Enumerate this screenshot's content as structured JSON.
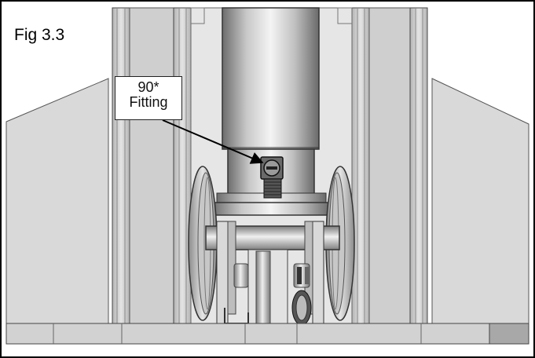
{
  "figure": {
    "label": "Fig 3.3",
    "callout": {
      "line1": "90*",
      "line2": "Fitting"
    }
  }
}
